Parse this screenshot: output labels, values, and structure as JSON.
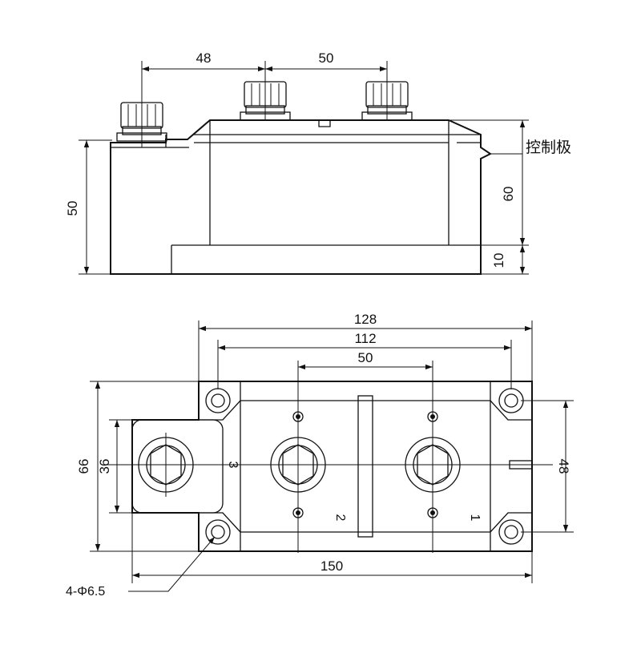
{
  "side_view": {
    "dim_terminal_spacing_left": "48",
    "dim_terminal_spacing_right": "50",
    "dim_height_left": "50",
    "dim_height_right": "60",
    "dim_base_thickness": "10",
    "label_control_pole": "控制极"
  },
  "top_view": {
    "dim_overall_width": "128",
    "dim_hole_spacing": "112",
    "dim_terminal_spacing": "50",
    "dim_total_length": "150",
    "dim_overall_height": "66",
    "dim_tab_height": "36",
    "dim_hole_vertical": "48",
    "label_holes": "4-Φ6.5",
    "terminal_labels": [
      "3",
      "2",
      "1"
    ]
  }
}
